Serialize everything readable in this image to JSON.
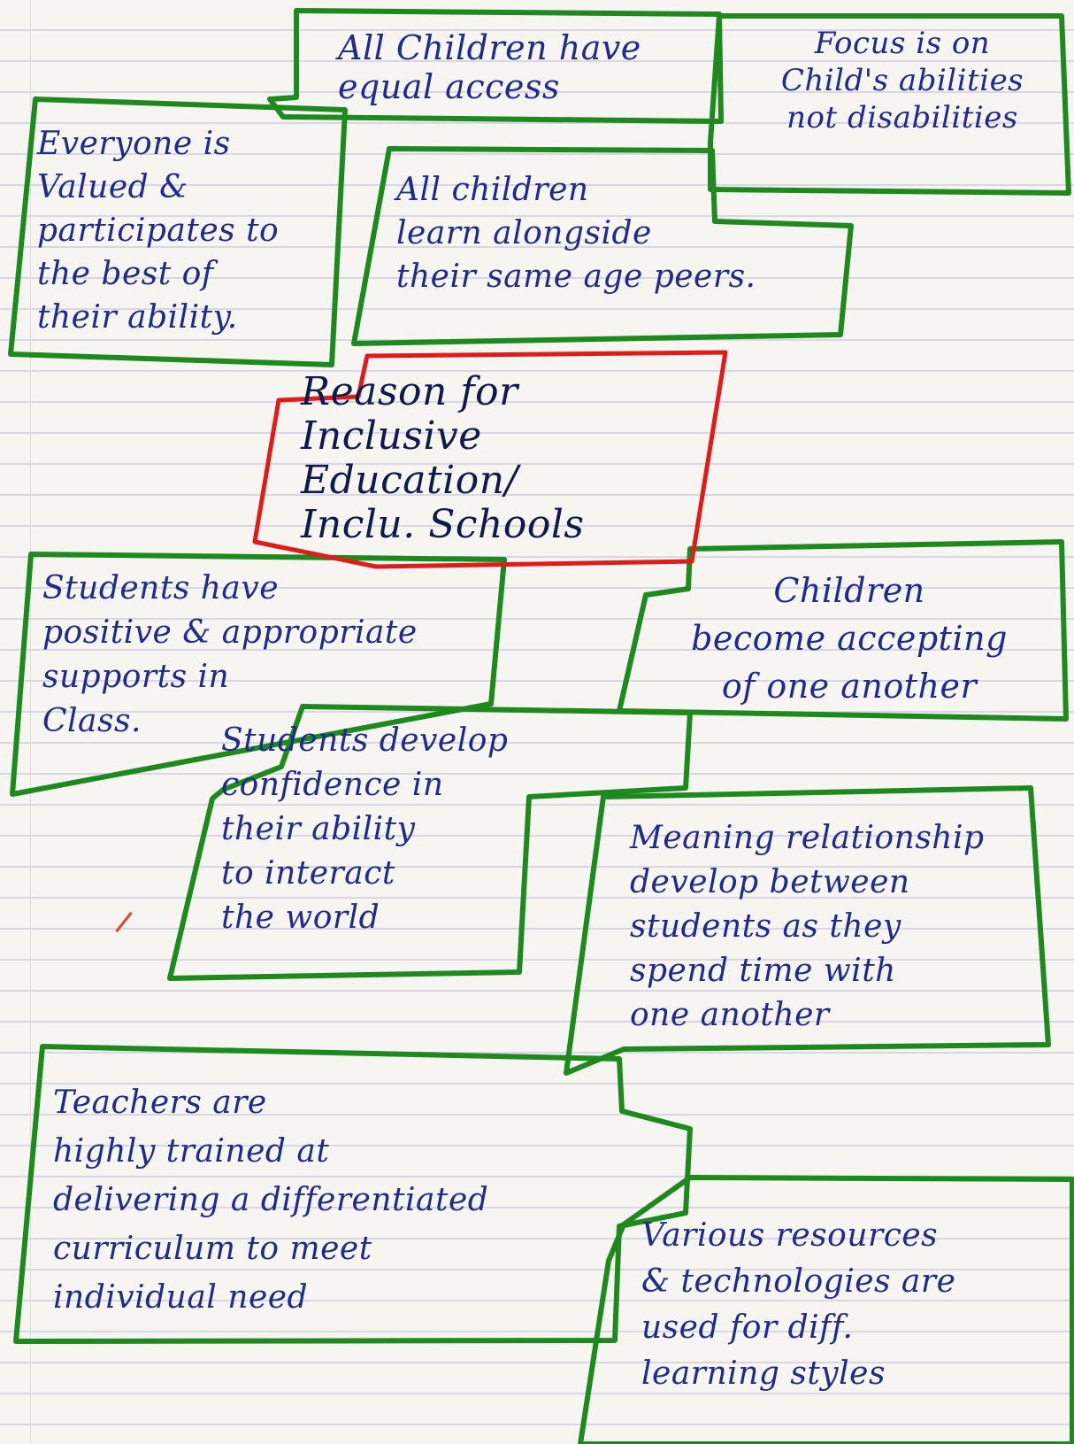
{
  "diagram": {
    "colors": {
      "border": "#1e8a1e",
      "center_border": "#e01b1b",
      "ink": "#1f2a8c",
      "paper": "#f6f5f1",
      "rule": "#d9d7e4"
    },
    "center": {
      "text": "Reason for\nInclusive\nEducation/\nInclu. Schools"
    },
    "boxes": {
      "equal_access": {
        "text": "All Children have\nequal access"
      },
      "focus_abilities": {
        "text": "Focus is on\nChild's abilities\nnot disabilities"
      },
      "everyone_valued": {
        "text": "Everyone is\nValued &\nparticipates to\nthe best of\ntheir ability."
      },
      "same_age_peers": {
        "text": "All children\nlearn alongside\ntheir same age peers."
      },
      "positive_supports": {
        "text": "Students have\npositive & appropriate\nsupports in\nClass."
      },
      "accepting": {
        "text": "Children\nbecome accepting\nof one another"
      },
      "confidence": {
        "text": "Students develop\nconfidence in\ntheir ability\nto interact\nthe world"
      },
      "relationships": {
        "text": "Meaning relationship\ndevelop between\nstudents as they\nspend time with\none another"
      },
      "teachers": {
        "text": "Teachers are\nhighly trained at\ndelivering a differentiated\ncurriculum to meet\nindividual need"
      },
      "resources": {
        "text": "Various resources\n& technologies are\nused for diff.\nlearning styles"
      }
    }
  }
}
